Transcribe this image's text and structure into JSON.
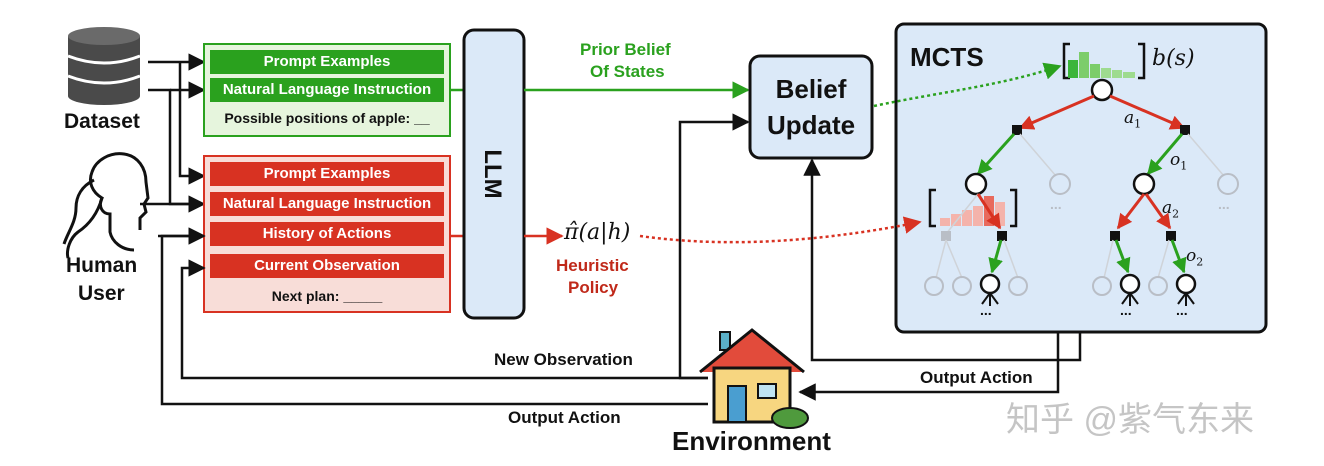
{
  "inputs": {
    "dataset_label": "Dataset",
    "human_label_line1": "Human",
    "human_label_line2": "User"
  },
  "green_prompt": {
    "rows": [
      "Prompt Examples",
      "Natural Language Instruction"
    ],
    "footer": "Possible positions of apple: __"
  },
  "red_prompt": {
    "rows": [
      "Prompt Examples",
      "Natural Language Instruction",
      "History of Actions",
      "Current Observation"
    ],
    "footer": "Next plan: _____"
  },
  "llm": {
    "label": "LLM"
  },
  "prior_belief": {
    "line1": "Prior Belief",
    "line2": "Of States"
  },
  "belief_update": {
    "line1": "Belief",
    "line2": "Update"
  },
  "heuristic": {
    "math": "π̂(a|h)",
    "line1": "Heuristic",
    "line2": "Policy"
  },
  "mcts": {
    "title": "MCTS",
    "belief_label": "b(s)",
    "labels": {
      "a1": "a",
      "a1_sub": "1",
      "o1": "o",
      "o1_sub": "1",
      "a2": "a",
      "a2_sub": "2",
      "o2": "o",
      "o2_sub": "2"
    },
    "dots": "..."
  },
  "edges": {
    "new_observation": "New Observation",
    "output_action_right": "Output Action",
    "output_action_bottom": "Output Action"
  },
  "environment": {
    "label": "Environment"
  },
  "watermark": "知乎 @紫气东来",
  "colors": {
    "green": "#2aa11e",
    "red": "#d83222",
    "blue_box": "#dbe9f8",
    "prompt_green_bg": "#e6f5dd",
    "prompt_red_bg": "#f8ddd8"
  }
}
